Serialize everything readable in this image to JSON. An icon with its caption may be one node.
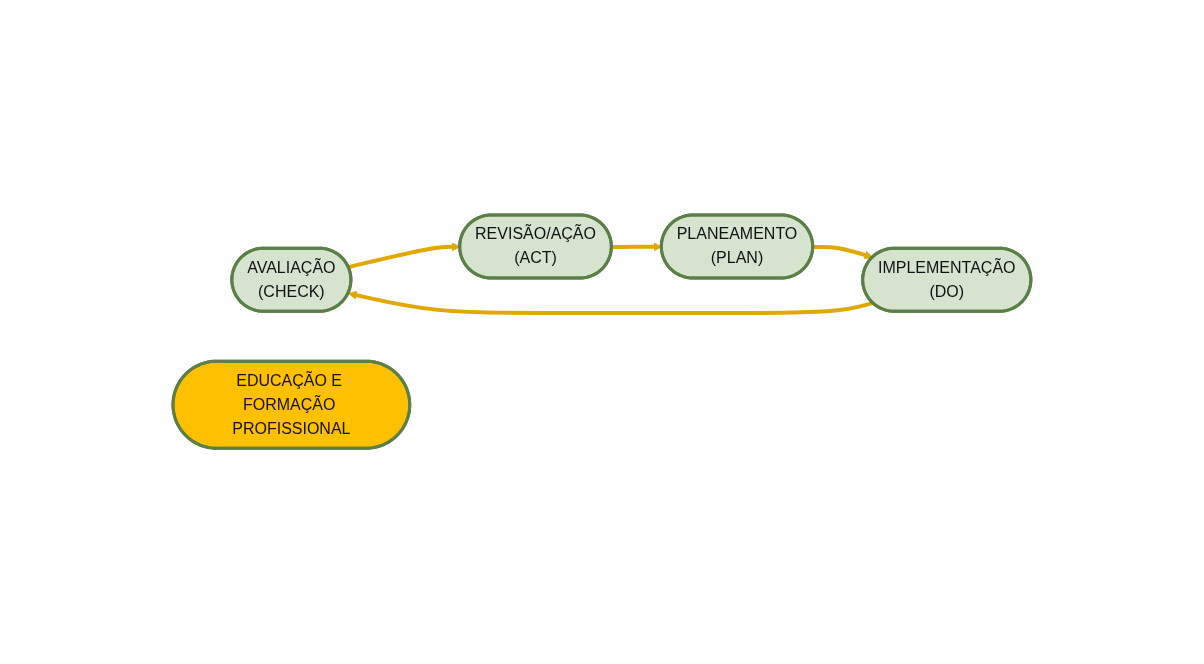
{
  "diagram": {
    "nodes": [
      {
        "text": [
          "AVALIAÇÃO",
          "(CHECK)"
        ]
      },
      {
        "text": [
          "IMPLEMENTAÇÃO",
          "(DO)"
        ]
      },
      {
        "text": [
          "EDUCAÇÃO E FORMAÇÃO PROFISSIONAL"
        ]
      },
      {
        "text": [
          "REVISÃO/AÇÃO",
          "(ACT)"
        ]
      },
      {
        "text": [
          "PLANEAMENTO",
          "(PLAN)"
        ]
      }
    ],
    "edges": [
      {
        "from": 4,
        "to": 1,
        "arrow": "to"
      },
      {
        "from": 1,
        "to": 0,
        "arrow": "to"
      },
      {
        "from": 0,
        "to": 3,
        "arrow": "to"
      },
      {
        "from": 3,
        "to": 4,
        "arrow": "to"
      }
    ]
  }
}
